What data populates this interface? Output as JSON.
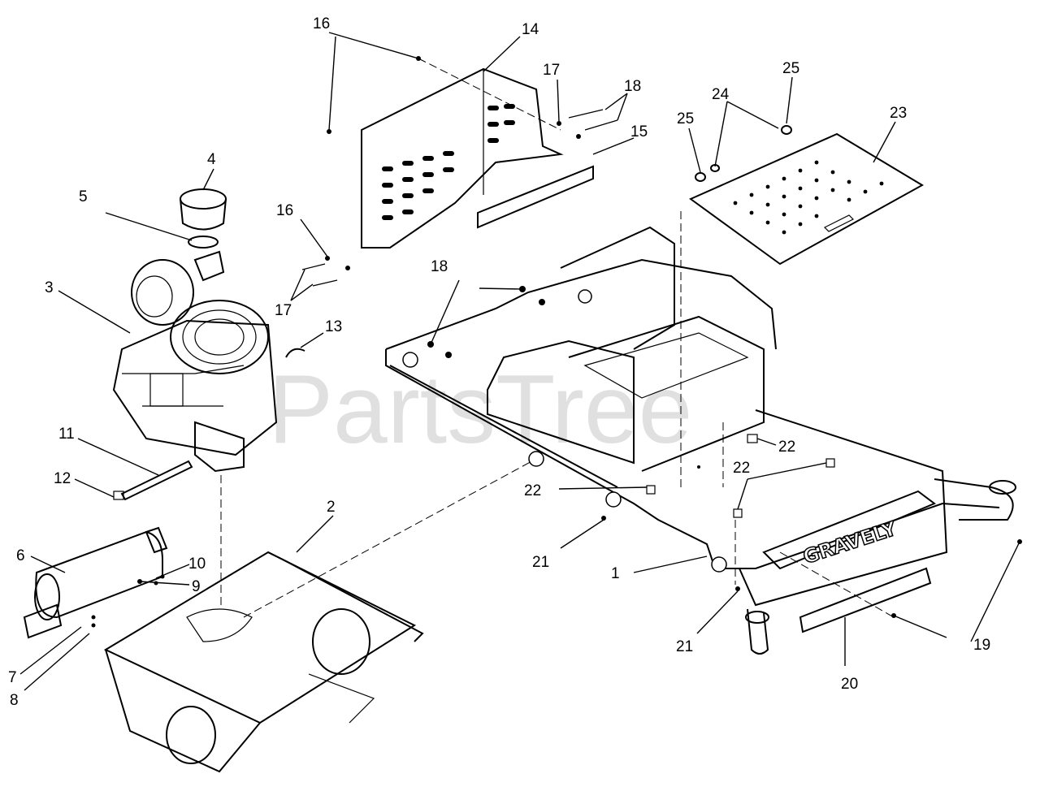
{
  "watermark": "PartsTree",
  "brand_logo": "GRAVELY",
  "callouts": [
    {
      "id": "c1",
      "text": "1"
    },
    {
      "id": "c2",
      "text": "2"
    },
    {
      "id": "c3",
      "text": "3"
    },
    {
      "id": "c4",
      "text": "4"
    },
    {
      "id": "c5",
      "text": "5"
    },
    {
      "id": "c6",
      "text": "6"
    },
    {
      "id": "c7",
      "text": "7"
    },
    {
      "id": "c8",
      "text": "8"
    },
    {
      "id": "c9",
      "text": "9"
    },
    {
      "id": "c10",
      "text": "10"
    },
    {
      "id": "c11",
      "text": "11"
    },
    {
      "id": "c12",
      "text": "12"
    },
    {
      "id": "c13",
      "text": "13"
    },
    {
      "id": "c14",
      "text": "14"
    },
    {
      "id": "c15",
      "text": "15"
    },
    {
      "id": "c16a",
      "text": "16"
    },
    {
      "id": "c16b",
      "text": "16"
    },
    {
      "id": "c17a",
      "text": "17"
    },
    {
      "id": "c17b",
      "text": "17"
    },
    {
      "id": "c18a",
      "text": "18"
    },
    {
      "id": "c18b",
      "text": "18"
    },
    {
      "id": "c19",
      "text": "19"
    },
    {
      "id": "c20",
      "text": "20"
    },
    {
      "id": "c21a",
      "text": "21"
    },
    {
      "id": "c21b",
      "text": "21"
    },
    {
      "id": "c22a",
      "text": "22"
    },
    {
      "id": "c22b",
      "text": "22"
    },
    {
      "id": "c22c",
      "text": "22"
    },
    {
      "id": "c23",
      "text": "23"
    },
    {
      "id": "c24",
      "text": "24"
    },
    {
      "id": "c25a",
      "text": "25"
    },
    {
      "id": "c25b",
      "text": "25"
    }
  ]
}
